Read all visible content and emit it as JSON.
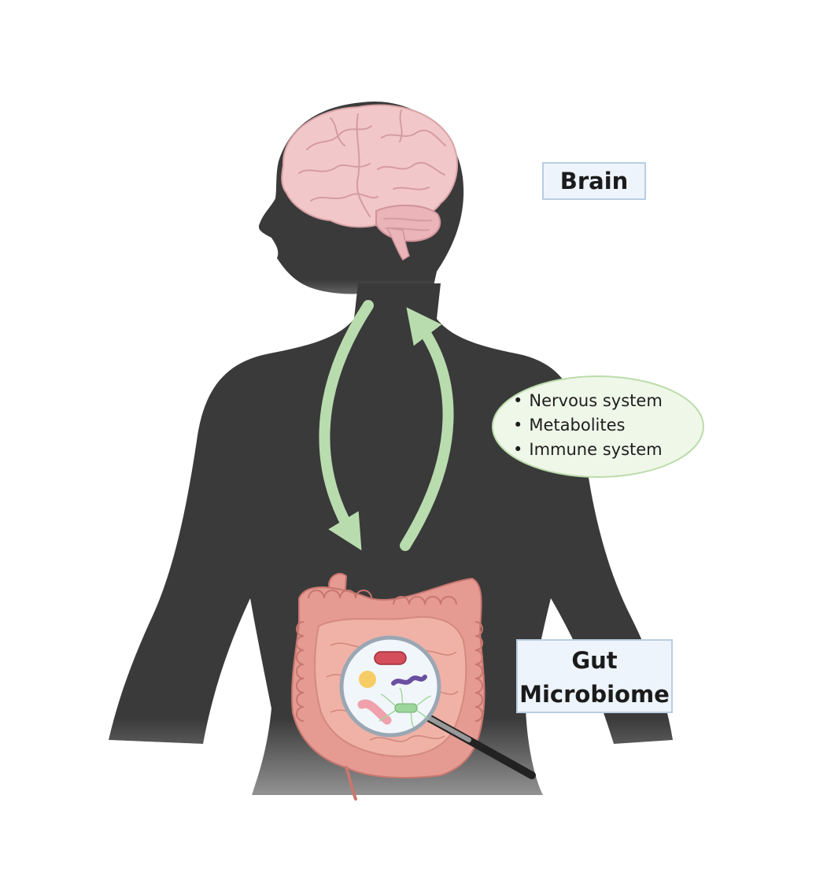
{
  "labels": {
    "brain": "Brain",
    "gut_line1": "Gut",
    "gut_line2": "Microbiome"
  },
  "pathways": [
    "Nervous system",
    "Metabolites",
    "Immune system"
  ],
  "colors": {
    "silhouette": "#3a3a3a",
    "brain": "#f2c7c9",
    "intestine": "#e59a92",
    "arrow": "#b8dcae",
    "label_fill": "#eef4fb",
    "label_border": "#b9cde3",
    "ellipse_fill": "#eff7e9",
    "ellipse_border": "#bcdcab"
  },
  "icons": [
    "human-silhouette",
    "brain-icon",
    "intestine-icon",
    "magnifier-icon",
    "bacteria-icon"
  ]
}
